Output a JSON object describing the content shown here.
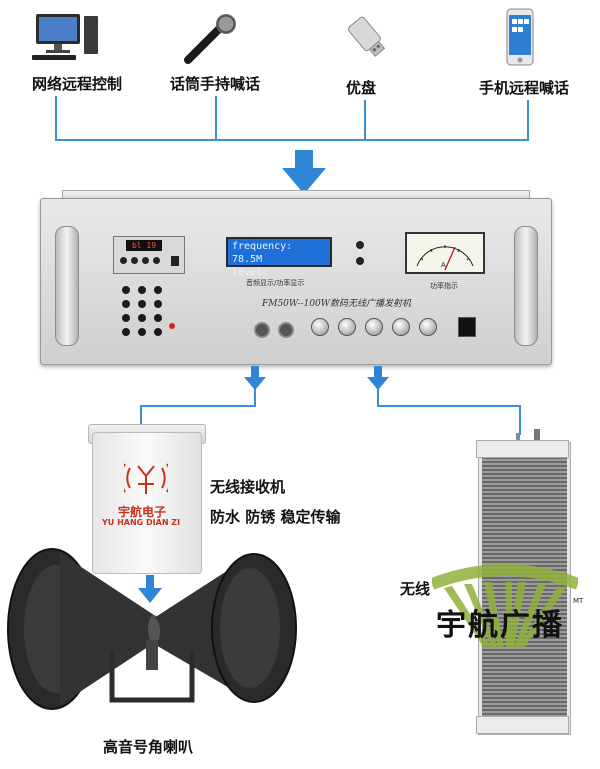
{
  "sources": [
    {
      "label": "网络远程控制",
      "icon": "desktop-computer-icon"
    },
    {
      "label": "话筒手持喊话",
      "icon": "microphone-icon"
    },
    {
      "label": "优盘",
      "icon": "usb-drive-icon"
    },
    {
      "label": "手机远程喊话",
      "icon": "smartphone-icon"
    }
  ],
  "transmitter": {
    "display_line1": "frequency: 78.5M",
    "display_line2": "level:",
    "display_caption": "音频显示/功率显示",
    "meter_caption": "功率指示",
    "model_text": "FM50W--100W数码无线广播发射机",
    "mp3_display": "bl 19"
  },
  "receiver": {
    "brand_cn": "宇航电子",
    "brand_en": "YU HANG DIAN ZI",
    "title": "无线接收机",
    "features": "防水 防锈 稳定传输"
  },
  "horn_label": "高音号角喇叭",
  "column_label": "无线",
  "watermark": {
    "text": "宇航广播",
    "mark": "MT"
  },
  "colors": {
    "accent": "#3a8fd8",
    "lcd": "#1f6fd8",
    "brand_red": "#c8321e",
    "logo_green": "#8fb13a"
  }
}
